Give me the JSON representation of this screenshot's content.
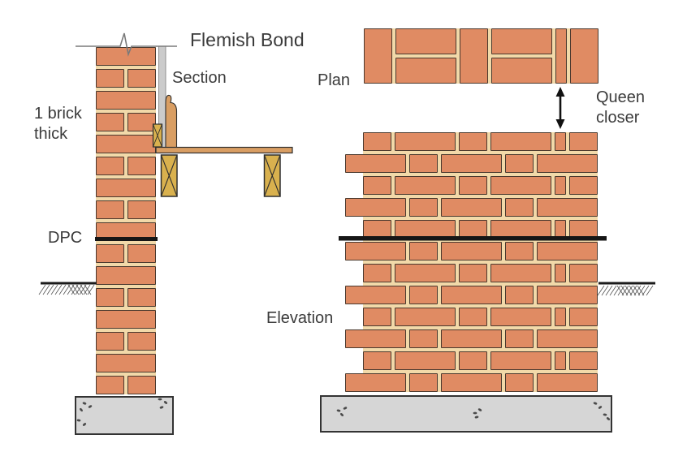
{
  "title": "Flemish Bond",
  "labels": {
    "section": "Section",
    "plan": "Plan",
    "elevation": "Elevation",
    "dpc": "DPC",
    "thickness_line1": "1 brick",
    "thickness_line2": "thick",
    "queen_closer_line1": "Queen",
    "queen_closer_line2": "closer"
  },
  "colors": {
    "brick": "#E08B63",
    "mortar": "#F2D9A9",
    "brick_outline": "#4A392E",
    "plaster": "#CBCBCB",
    "plaster_outline": "#8F8F8F",
    "timber": "#D99E63",
    "joist": "#D9B14E",
    "timber_outline": "#2F2F2F",
    "concrete": "#D6D6D6",
    "concrete_outline": "#333333",
    "dpc": "#161616",
    "ground": "#1A1A1A",
    "hatch": "#555555",
    "speckle": "#4A4A4A",
    "text": "#3B3B3B",
    "break_line": "#7A7A7A",
    "arrow": "#111111"
  },
  "structure": {
    "plan_course": [
      "H",
      "SS",
      "H",
      "SS",
      "Q",
      "H"
    ],
    "elevation_course_a": [
      "H",
      "S",
      "H",
      "S",
      "Q",
      "H"
    ],
    "elevation_course_b": [
      "S",
      "H",
      "S",
      "H",
      "S"
    ],
    "elevation_course_count": 12,
    "section_course_count": 16,
    "section_course_types": [
      "full",
      "split"
    ]
  }
}
